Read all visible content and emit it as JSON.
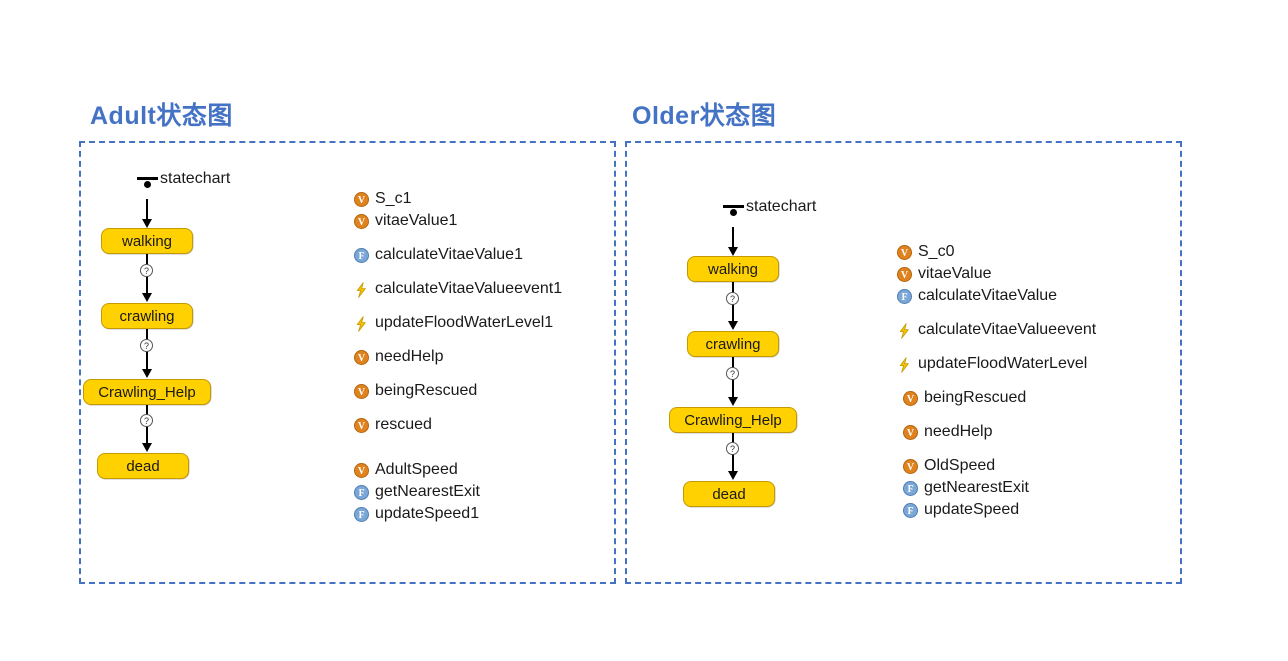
{
  "colors": {
    "title": "#4472C4",
    "panel_border": "#4472C4",
    "state_fill": "#FFD100",
    "state_border": "#C49A00",
    "variable_icon": "#E0821E",
    "function_icon": "#7BA7D7",
    "event_icon": "#F2C200"
  },
  "panels": [
    {
      "title": "Adult状态图",
      "statechart": {
        "initial_label": "statechart",
        "nodes": [
          {
            "label": "walking"
          },
          {
            "label": "crawling"
          },
          {
            "label": "Crawling_Help"
          },
          {
            "label": "dead"
          }
        ],
        "transition_marker": "?"
      },
      "legend": [
        {
          "icon": "variable-icon",
          "glyph": "V",
          "label": "S_c1",
          "gap_before": 0
        },
        {
          "icon": "variable-icon",
          "glyph": "V",
          "label": "vitaeValue1",
          "gap_before": 0
        },
        {
          "icon": "function-icon",
          "glyph": "F",
          "label": "calculateVitaeValue1",
          "gap_before": 12
        },
        {
          "icon": "event-icon",
          "glyph": "",
          "label": "calculateVitaeValueevent1",
          "gap_before": 12
        },
        {
          "icon": "event-icon",
          "glyph": "",
          "label": "updateFloodWaterLevel1",
          "gap_before": 12
        },
        {
          "icon": "variable-icon",
          "glyph": "V",
          "label": "needHelp",
          "gap_before": 12
        },
        {
          "icon": "variable-icon",
          "glyph": "V",
          "label": "beingRescued",
          "gap_before": 12
        },
        {
          "icon": "variable-icon",
          "glyph": "V",
          "label": "rescued",
          "gap_before": 12
        },
        {
          "icon": "variable-icon",
          "glyph": "V",
          "label": "AdultSpeed",
          "gap_before": 23
        },
        {
          "icon": "function-icon",
          "glyph": "F",
          "label": "getNearestExit",
          "gap_before": 0
        },
        {
          "icon": "function-icon",
          "glyph": "F",
          "label": "updateSpeed1",
          "gap_before": 0
        }
      ]
    },
    {
      "title": "Older状态图",
      "statechart": {
        "initial_label": "statechart",
        "nodes": [
          {
            "label": "walking"
          },
          {
            "label": "crawling"
          },
          {
            "label": "Crawling_Help"
          },
          {
            "label": "dead"
          }
        ],
        "transition_marker": "?"
      },
      "legend": [
        {
          "icon": "variable-icon",
          "glyph": "V",
          "label": "S_c0",
          "gap_before": 0
        },
        {
          "icon": "variable-icon",
          "glyph": "V",
          "label": "vitaeValue",
          "gap_before": 0
        },
        {
          "icon": "function-icon",
          "glyph": "F",
          "label": "calculateVitaeValue",
          "gap_before": 0
        },
        {
          "icon": "event-icon",
          "glyph": "",
          "label": "calculateVitaeValueevent",
          "gap_before": 12
        },
        {
          "icon": "event-icon",
          "glyph": "",
          "label": "updateFloodWaterLevel",
          "gap_before": 12
        },
        {
          "icon": "variable-icon",
          "glyph": "V",
          "label": "beingRescued",
          "gap_before": 12
        },
        {
          "icon": "variable-icon",
          "glyph": "V",
          "label": "needHelp",
          "gap_before": 12
        },
        {
          "icon": "variable-icon",
          "glyph": "V",
          "label": "OldSpeed",
          "gap_before": 12
        },
        {
          "icon": "function-icon",
          "glyph": "F",
          "label": "getNearestExit",
          "gap_before": 0
        },
        {
          "icon": "function-icon",
          "glyph": "F",
          "label": "updateSpeed",
          "gap_before": 0
        }
      ]
    }
  ]
}
